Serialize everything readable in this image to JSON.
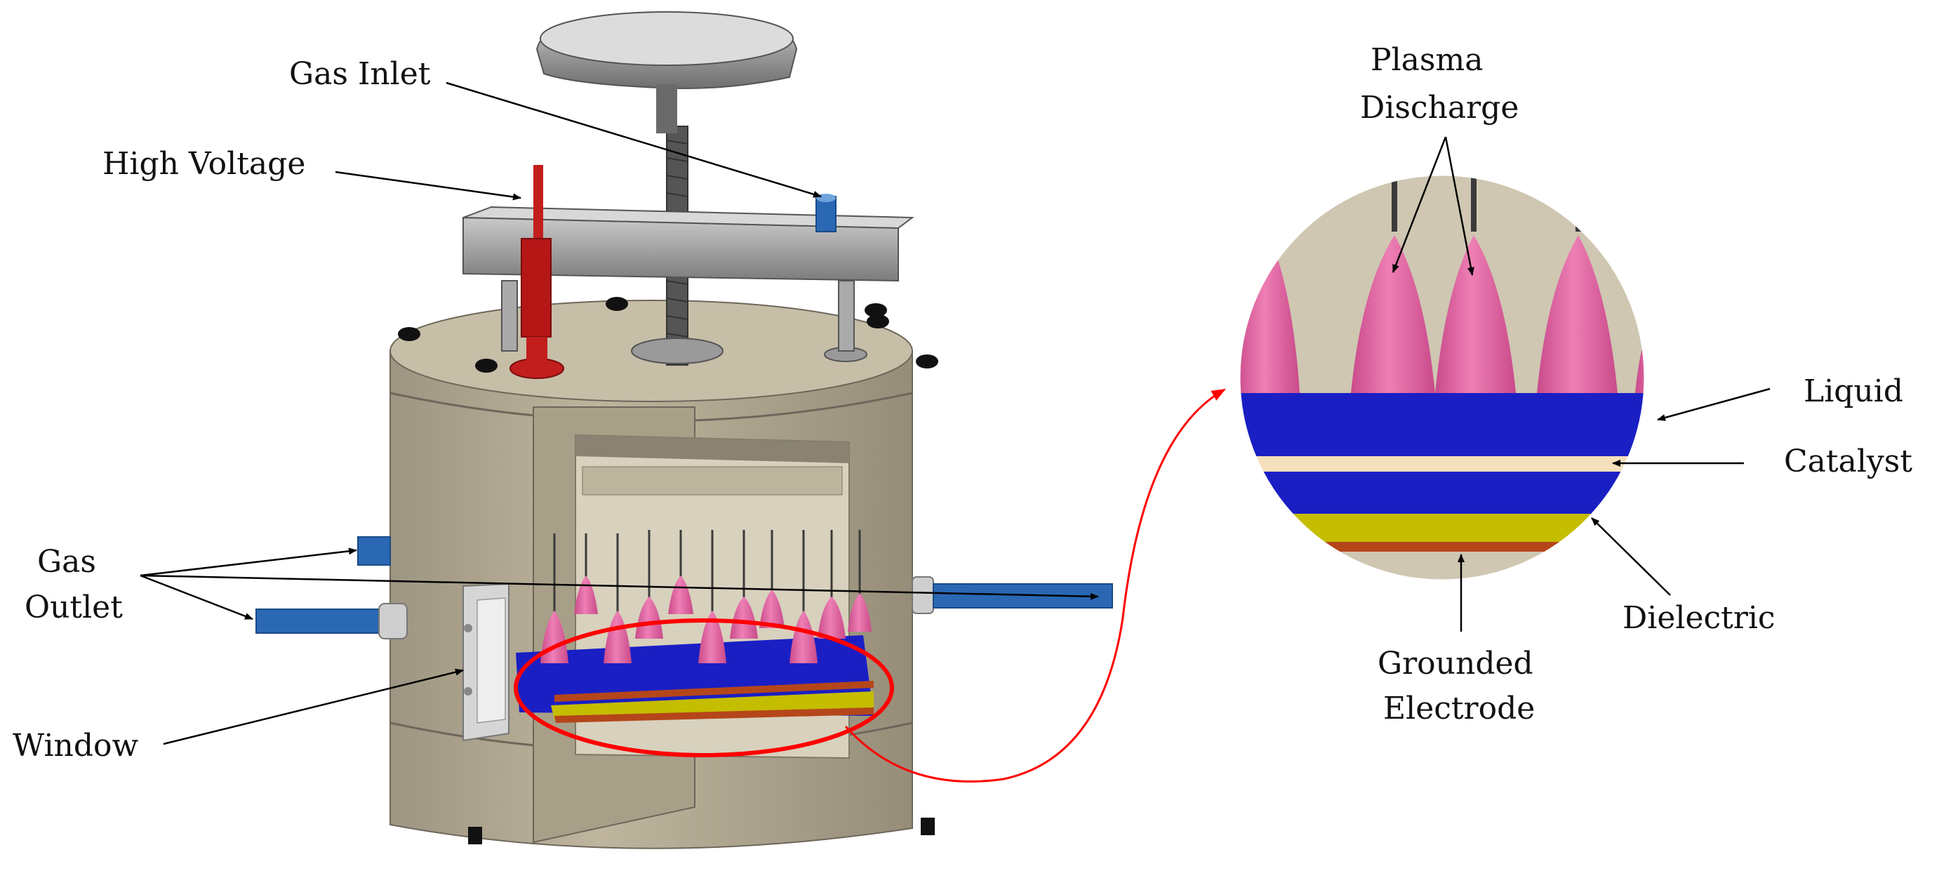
{
  "labels": {
    "gas_inlet": "Gas Inlet",
    "high_voltage": "High Voltage",
    "gas_outlet_line1": "Gas",
    "gas_outlet_line2": "Outlet",
    "window": "Window",
    "plasma_line1": "Plasma",
    "plasma_line2": "Discharge",
    "liquid": "Liquid",
    "catalyst": "Catalyst",
    "dielectric": "Dielectric",
    "grounded_line1": "Grounded",
    "grounded_line2": "Electrode"
  },
  "colors": {
    "body": "#b4aa94",
    "body_dark": "#8e8572",
    "liquid": "#1a1fc4",
    "catalyst": "#f4e0bc",
    "dielectric": "#c4bd00",
    "electrode": "#b5461a",
    "plasma": "#e46aa6",
    "inlet_tube": "#2a68b4",
    "high_voltage": "#c21e1e",
    "highlight_ring": "#ff0000"
  }
}
